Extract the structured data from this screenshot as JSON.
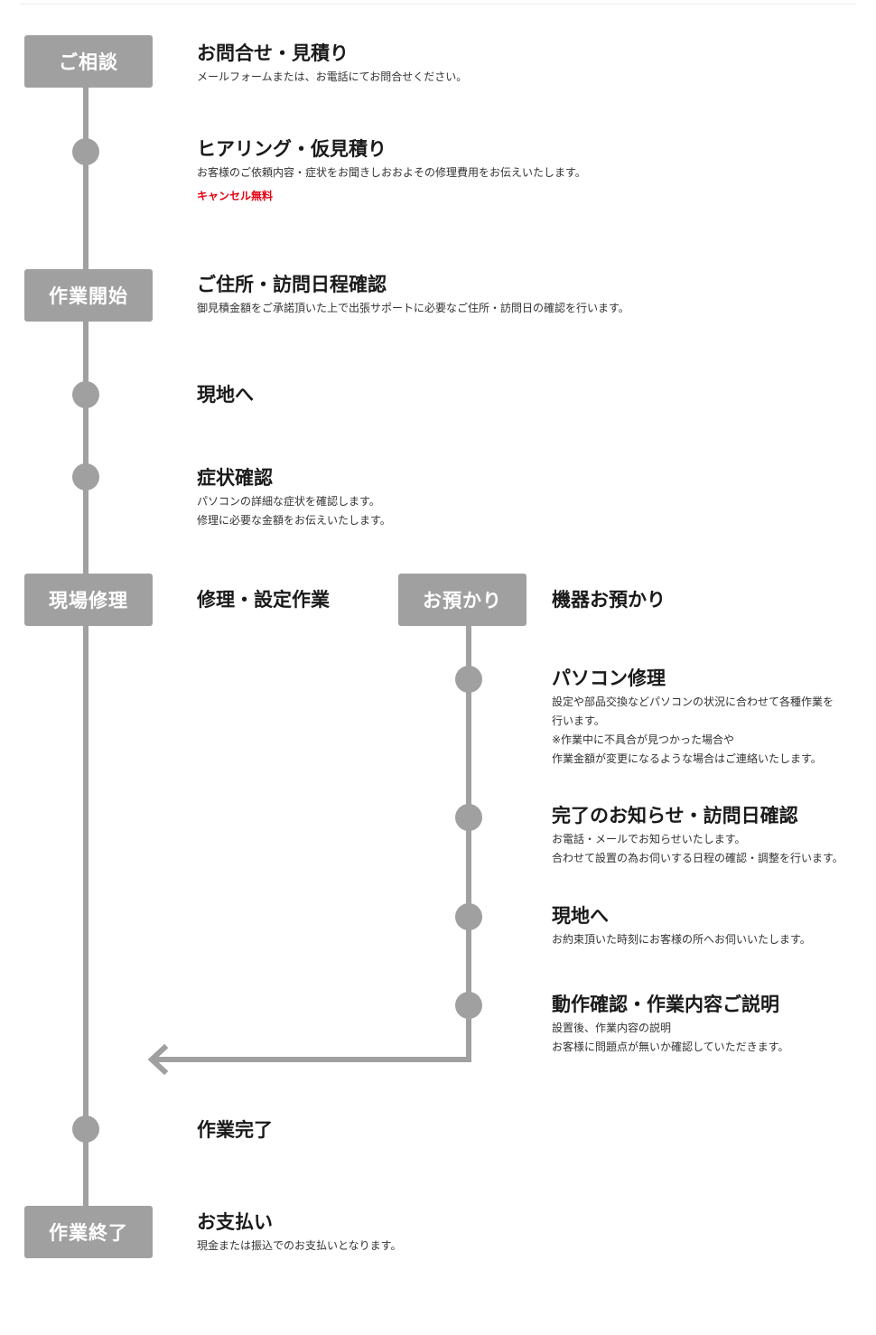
{
  "phases": {
    "consult": "ご相談",
    "start": "作業開始",
    "onsite": "現場修理",
    "deposit": "お預かり",
    "end": "作業終了"
  },
  "steps": {
    "inquiry": {
      "title": "お問合せ・見積り",
      "desc": "メールフォームまたは、お電話にてお問合せください。"
    },
    "hearing": {
      "title": "ヒアリング・仮見積り",
      "desc": "お客様のご依頼内容・症状をお聞きしおおよその修理費用をお伝えいたします。",
      "note": "キャンセル無料"
    },
    "address": {
      "title": "ご住所・訪問日程確認",
      "desc": "御見積金額をご承諾頂いた上で出張サポートに必要なご住所・訪問日の確認を行います。"
    },
    "to_site": {
      "title": "現地へ"
    },
    "symptom": {
      "title": "症状確認",
      "desc_lines": [
        "パソコンの詳細な症状を確認します。",
        "修理に必要な金額をお伝えいたします。"
      ]
    },
    "repair_setup": {
      "title": "修理・設定作業"
    },
    "device_deposit": {
      "title": "機器お預かり"
    },
    "pc_repair": {
      "title": "パソコン修理",
      "desc_lines": [
        "設定や部品交換などパソコンの状況に合わせて各種作業を",
        "行います。",
        "※作業中に不具合が見つかった場合や",
        "作業金額が変更になるような場合はご連絡いたします。"
      ]
    },
    "done_notice": {
      "title": "完了のお知らせ・訪問日確認",
      "desc_lines": [
        "お電話・メールでお知らせいたします。",
        "合わせて設置の為お伺いする日程の確認・調整を行います。"
      ]
    },
    "to_site_2": {
      "title": "現地へ",
      "desc": "お約束頂いた時刻にお客様の所へお伺いいたします。"
    },
    "operation_check": {
      "title": "動作確認・作業内容ご説明",
      "desc_lines": [
        "設置後、作業内容の説明",
        "お客様に問題点が無いか確認していただきます。"
      ]
    },
    "work_complete": {
      "title": "作業完了"
    },
    "payment": {
      "title": "お支払い",
      "desc": "現金または振込でのお支払いとなります。"
    }
  },
  "colors": {
    "timeline": "#a0a0a0",
    "note": "#e60012"
  }
}
